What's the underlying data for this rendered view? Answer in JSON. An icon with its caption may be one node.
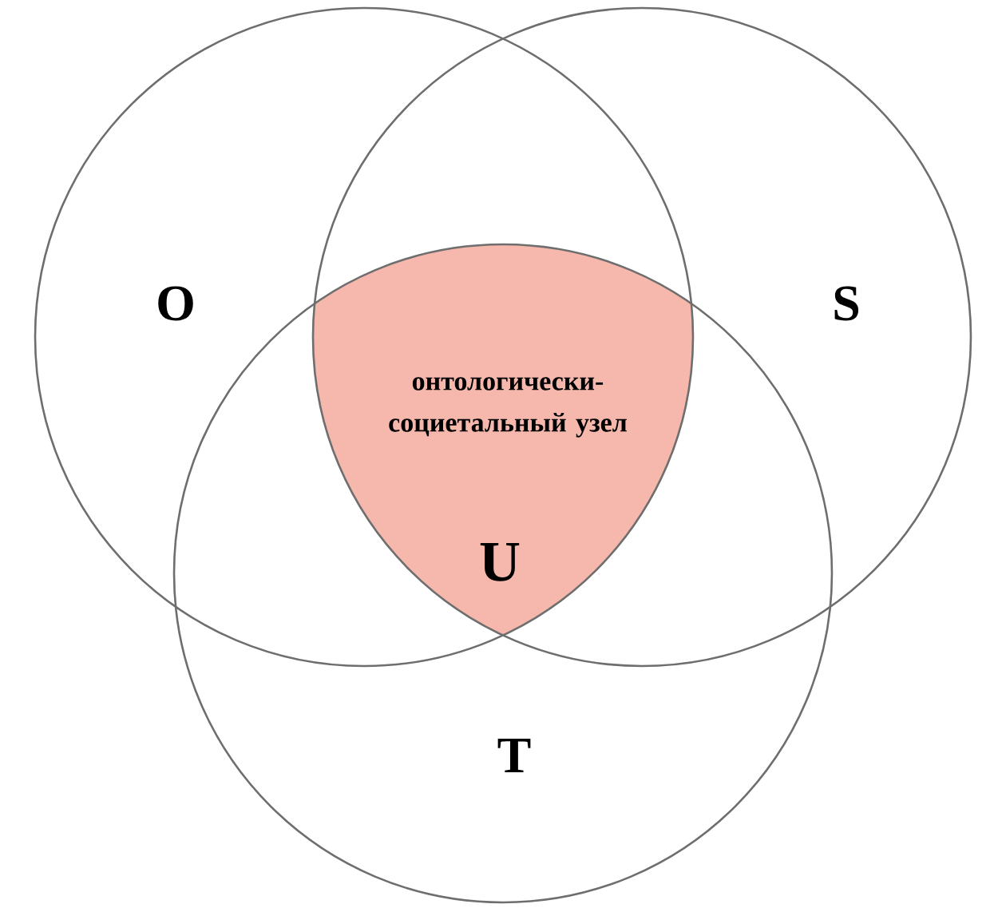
{
  "diagram": {
    "nodes": [
      {
        "text": [
          "O"
        ]
      },
      {
        "text": [
          "S"
        ]
      },
      {
        "text": [
          "T"
        ]
      },
      {
        "text": [
          "онтологически-социетальный узел",
          "U"
        ]
      }
    ]
  }
}
